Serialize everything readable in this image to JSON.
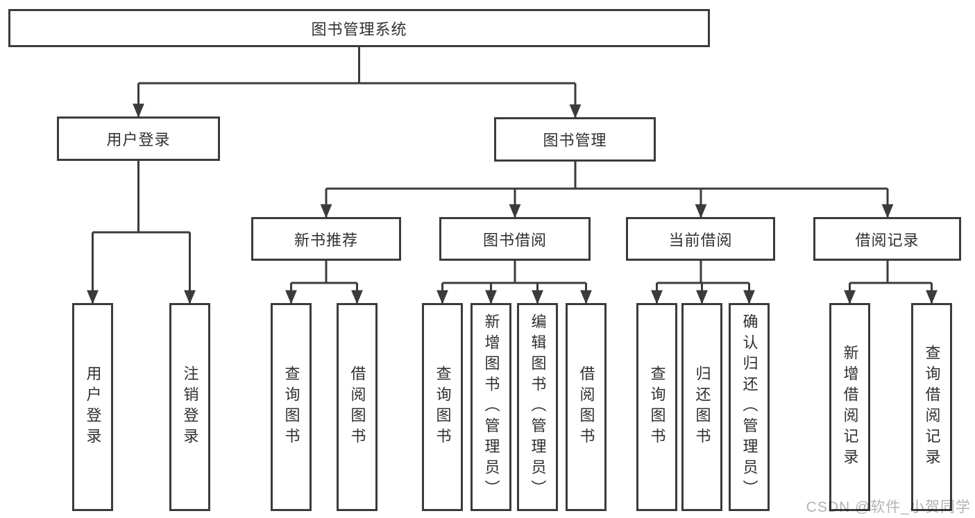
{
  "diagram": {
    "type": "hierarchy-tree",
    "colors": {
      "line": "#3b3b3b",
      "box_border": "#3b3b3b",
      "text": "#303030",
      "background": "#ffffff",
      "watermark": "#b3b3b3"
    }
  },
  "tree": {
    "label": "图书管理系统",
    "children": [
      {
        "label": "用户登录",
        "children": [
          {
            "label": "用户登录"
          },
          {
            "label": "注销登录"
          }
        ]
      },
      {
        "label": "图书管理",
        "children": [
          {
            "label": "新书推荐",
            "children": [
              {
                "label": "查询图书"
              },
              {
                "label": "借阅图书"
              }
            ]
          },
          {
            "label": "图书借阅",
            "children": [
              {
                "label": "查询图书"
              },
              {
                "label": "新增图书（管理员）"
              },
              {
                "label": "编辑图书（管理员）"
              },
              {
                "label": "借阅图书"
              }
            ]
          },
          {
            "label": "当前借阅",
            "children": [
              {
                "label": "查询图书"
              },
              {
                "label": "归还图书"
              },
              {
                "label": "确认归还（管理员）"
              }
            ]
          },
          {
            "label": "借阅记录",
            "children": [
              {
                "label": "新增借阅记录"
              },
              {
                "label": "查询借阅记录"
              }
            ]
          }
        ]
      }
    ]
  },
  "watermark": {
    "text": "CSDN @软件_小贺同学"
  }
}
